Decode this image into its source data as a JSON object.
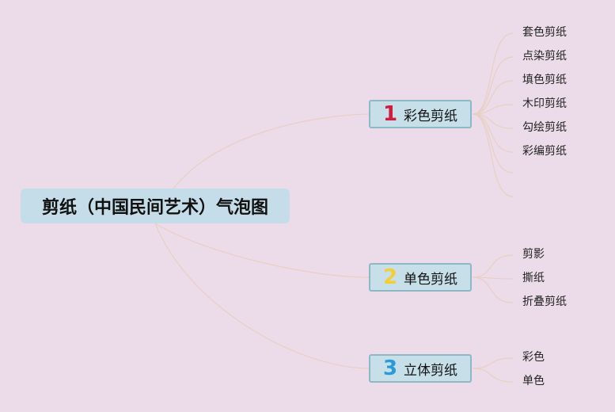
{
  "root": {
    "label": "剪纸（中国民间艺术）气泡图"
  },
  "branches": [
    {
      "number": "1",
      "number_color": "#d21c3c",
      "label": "彩色剪纸",
      "leaves": [
        "套色剪纸",
        "点染剪纸",
        "填色剪纸",
        "木印剪纸",
        "勾绘剪纸",
        "彩编剪纸"
      ],
      "empty_leaf_count": 2
    },
    {
      "number": "2",
      "number_color": "#f2cf3a",
      "label": "单色剪纸",
      "leaves": [
        "剪影",
        "撕纸",
        "折叠剪纸"
      ],
      "empty_leaf_count": 0
    },
    {
      "number": "3",
      "number_color": "#2b9ad8",
      "label": "立体剪纸",
      "leaves": [
        "彩色",
        "单色"
      ],
      "empty_leaf_count": 0
    }
  ],
  "colors": {
    "background": "#ecdce9",
    "node_fill": "#c7dfe9",
    "node_border": "#8fb7c6",
    "connector": "#e8cfc3"
  }
}
